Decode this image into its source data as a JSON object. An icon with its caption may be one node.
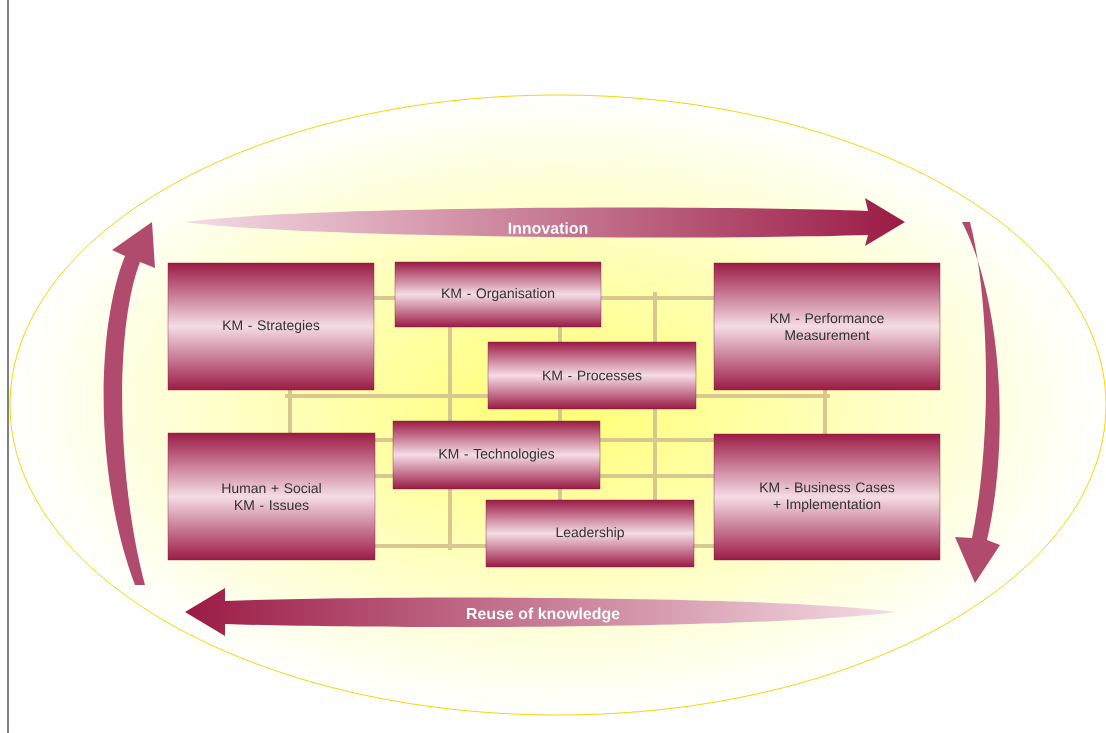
{
  "diagram": {
    "nodes": [
      {
        "text": [
          "KM - Strategies"
        ]
      },
      {
        "text": [
          "KM - Organisation"
        ]
      },
      {
        "text": [
          "KM - Performance Measurement"
        ]
      },
      {
        "text": [
          "KM - Processes"
        ]
      },
      {
        "text": [
          "Human + Social KM - Issues"
        ]
      },
      {
        "text": [
          "KM - Technologies"
        ]
      },
      {
        "text": [
          "KM - Business Cases + Implementation"
        ]
      },
      {
        "text": [
          "Leadership"
        ]
      }
    ],
    "labels": [
      "Innovation",
      "Reuse of knowledge"
    ]
  }
}
